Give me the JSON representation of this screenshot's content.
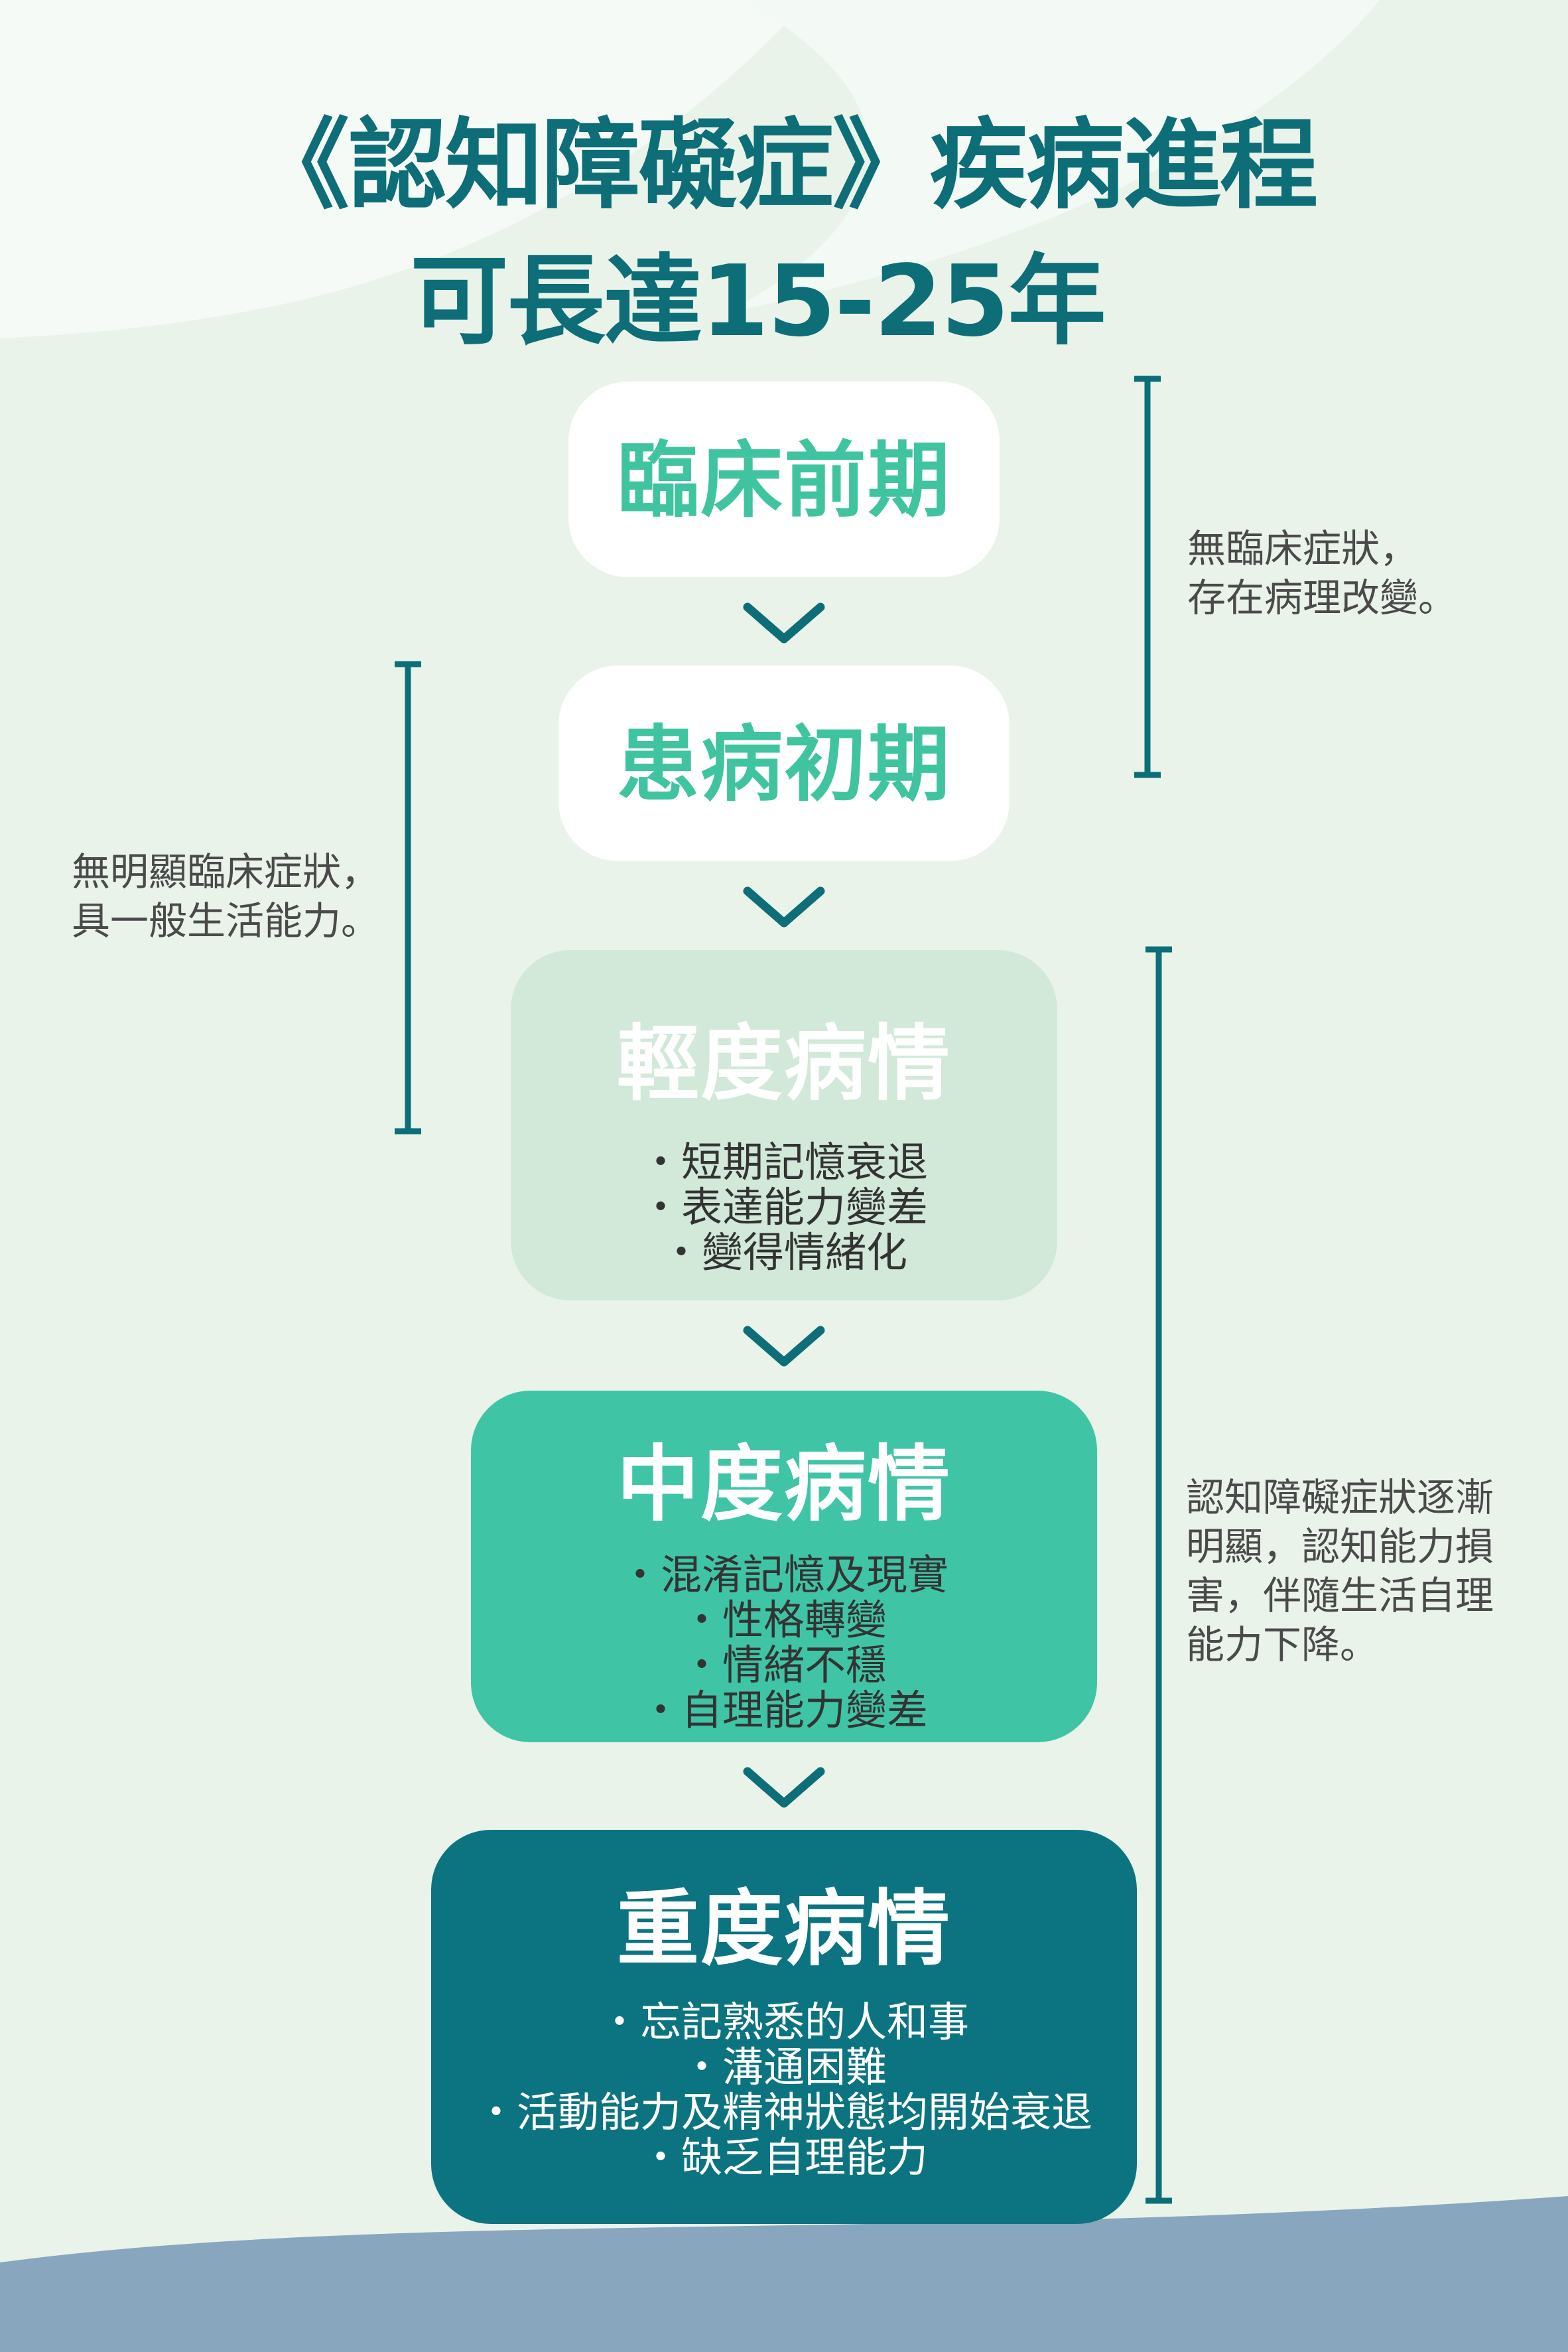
{
  "title": {
    "line1": "《認知障礙症》疾病進程",
    "line2": "可長達15-25年"
  },
  "stages": [
    {
      "title": "臨床前期",
      "items": []
    },
    {
      "title": "患病初期",
      "items": []
    },
    {
      "title": "輕度病情",
      "items": [
        "・短期記憶衰退",
        "・表達能力變差",
        "・變得情緒化"
      ]
    },
    {
      "title": "中度病情",
      "items": [
        "・混淆記憶及現實",
        "・性格轉變",
        "・情緒不穩",
        "・自理能力變差"
      ]
    },
    {
      "title": "重度病情",
      "items": [
        "・忘記熟悉的人和事",
        "・溝通困難",
        "・活動能力及精神狀態均開始衰退",
        "・缺乏自理能力"
      ]
    }
  ],
  "notes": {
    "preclinical": [
      "無臨床症狀，",
      "存在病理改變。"
    ],
    "early": [
      "無明顯臨床症狀，",
      "具一般生活能力。"
    ],
    "progression": [
      "認知障礙症狀逐漸",
      "明顯，認知能力損",
      "害，伴隨生活自理",
      "能力下降。"
    ]
  },
  "colors": {
    "title": "#0d6e78",
    "light_stage_text": "#40c4a0",
    "mild_bg": "#d2e8d8",
    "moderate_bg": "#40c4a6",
    "severe_bg": "#0c7480",
    "bracket": "#0d6e78",
    "background": "#e9f3ea",
    "bottom_wave": "#89a6bf"
  }
}
